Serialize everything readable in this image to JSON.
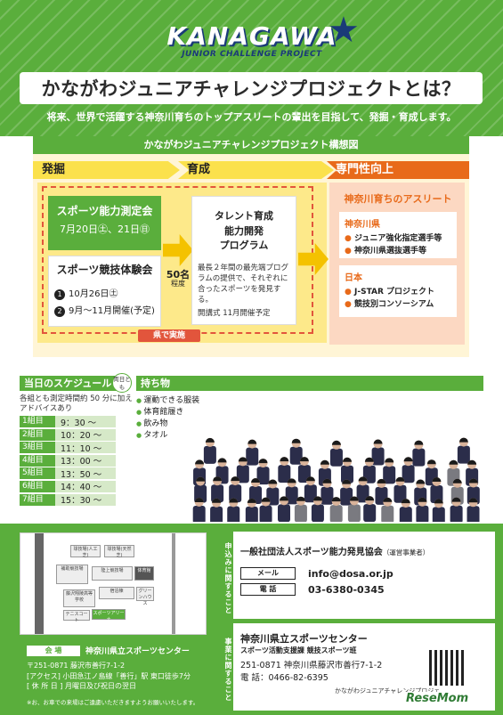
{
  "header": {
    "logo_main": "KANAGAWA",
    "logo_sub": "JUNIOR CHALLENGE PROJECT",
    "title": "かながわジュニアチャレンジプロジェクトとは？",
    "subtitle": "将来、世界で活躍する神奈川育ちのトップアスリートの輩出を目指して、発掘・育成します。"
  },
  "concept": {
    "title": "かながわジュニアチャレンジプロジェクト構想図",
    "phases": [
      "発掘",
      "育成",
      "専門性向上"
    ],
    "measure": {
      "title": "スポーツ能力測定会",
      "dates": "7月20日㊏、21日㊐"
    },
    "experience": {
      "title": "スポーツ競技体験会",
      "rows": [
        {
          "num": "1",
          "text": "10月26日㊏"
        },
        {
          "num": "2",
          "text": "9月〜11月開催(予定)"
        }
      ]
    },
    "fifty": {
      "main": "50名",
      "sub": "程度"
    },
    "talent": {
      "title": "タレント育成\n能力開発\nプログラム",
      "desc": "最長２年間の最先端プログラムの提供で、それぞれに合ったスポーツを発見する。",
      "open": "開講式 11月開催予定"
    },
    "athlete": {
      "title": "神奈川育ちのアスリート",
      "box1": {
        "heading": "神奈川県",
        "items": [
          "ジュニア強化指定選手等",
          "神奈川県選抜選手等"
        ]
      },
      "box2": {
        "heading": "日本",
        "items": [
          "J-STAR プロジェクト",
          "競技別コンソーシアム"
        ]
      }
    },
    "pref_tag": "県で実施"
  },
  "schedule": {
    "heading": "当日のスケジュール",
    "tag": "両日とも",
    "note": "各組とも測定時間約 50 分に加えアドバイスあり",
    "groups": [
      {
        "group": "1組目",
        "time": "9：30 〜"
      },
      {
        "group": "2組目",
        "time": "10：20 〜"
      },
      {
        "group": "3組目",
        "time": "11：10 〜"
      },
      {
        "group": "4組目",
        "time": "13：00 〜"
      },
      {
        "group": "5組目",
        "time": "13：50 〜"
      },
      {
        "group": "6組目",
        "time": "14：40 〜"
      },
      {
        "group": "7組目",
        "time": "15：30 〜"
      }
    ]
  },
  "belongings": {
    "heading": "持ち物",
    "items": [
      "運動できる服装",
      "体育館履き",
      "飲み物",
      "タオル"
    ]
  },
  "map": {
    "labels": [
      "球技場(人工芝)",
      "球技場(天然芝)",
      "補助競技場",
      "陸上競技場",
      "体育館",
      "宿泊棟",
      "グリーンハウス",
      "スポーツアリーナ",
      "藤沢翔陵高等学校",
      "テニスコート"
    ]
  },
  "venue": {
    "head": "会 場",
    "name": "神奈川県立スポーツセンター",
    "lines": [
      "〒251-0871 藤沢市善行7-1-2",
      "[アクセス] 小田急江ノ島線「善行」駅 東口徒歩7分",
      "[ 休 所 日 ] 月曜日及び祝日の翌日"
    ],
    "note": "※お、お車での来場はご遠慮いただきますようお願いいたします。"
  },
  "contact_apply": {
    "label": "申込みに関すること",
    "org": "一般社団法人スポーツ能力発見協会",
    "org_note": "（運営事業者）",
    "mail_tag": "メール",
    "mail": "info@dosa.or.jp",
    "tel_tag": "電 話",
    "tel": "03-6380-0345"
  },
  "contact_project": {
    "label": "事業に関すること",
    "name": "神奈川県立スポーツセンター",
    "dept": "スポーツ活動支援課 競技スポーツ班",
    "addr": "251-0871 神奈川県藤沢市善行7-1-2",
    "tel": "電 話：0466-82-6395",
    "foot": "かながわジュニアチャレンジプロジェ"
  },
  "watermark": "ReseMom",
  "colors": {
    "green": "#5aae3c",
    "orange": "#e86a1a",
    "yellow": "#fbe14c",
    "navy": "#1a3a78"
  }
}
